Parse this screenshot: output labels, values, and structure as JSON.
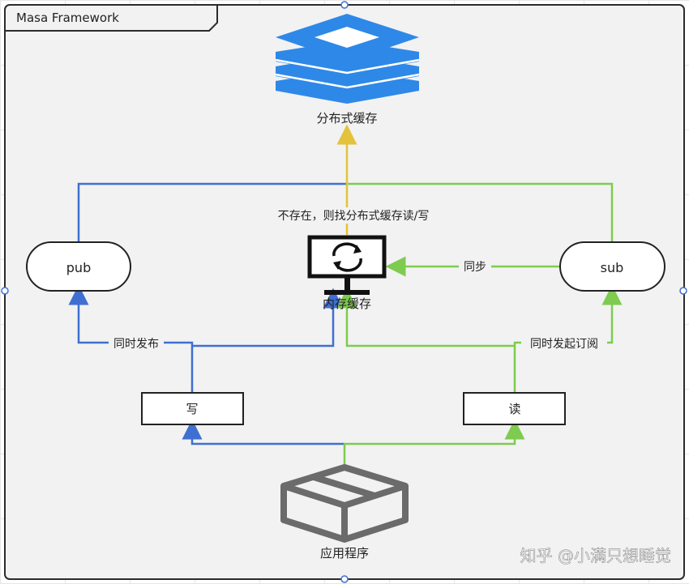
{
  "frame": {
    "title": "Masa Framework"
  },
  "nodes": {
    "distributed_cache": "分布式缓存",
    "memory_cache": "内存缓存",
    "pub": "pub",
    "sub": "sub",
    "write": "写",
    "read": "读",
    "app": "应用程序"
  },
  "edges": {
    "fallback": "不存在，则找分布式缓存读/写",
    "sync": "同步",
    "publish": "同时发布",
    "subscribe": "同时发起订阅"
  },
  "watermark": "知乎 @小满只想睡觉",
  "colors": {
    "blue": "#3f6fd1",
    "green": "#7ecb4f",
    "yellow": "#e2c33b",
    "cache_blue": "#2e88e8",
    "box_gray": "#6b6b6b"
  }
}
